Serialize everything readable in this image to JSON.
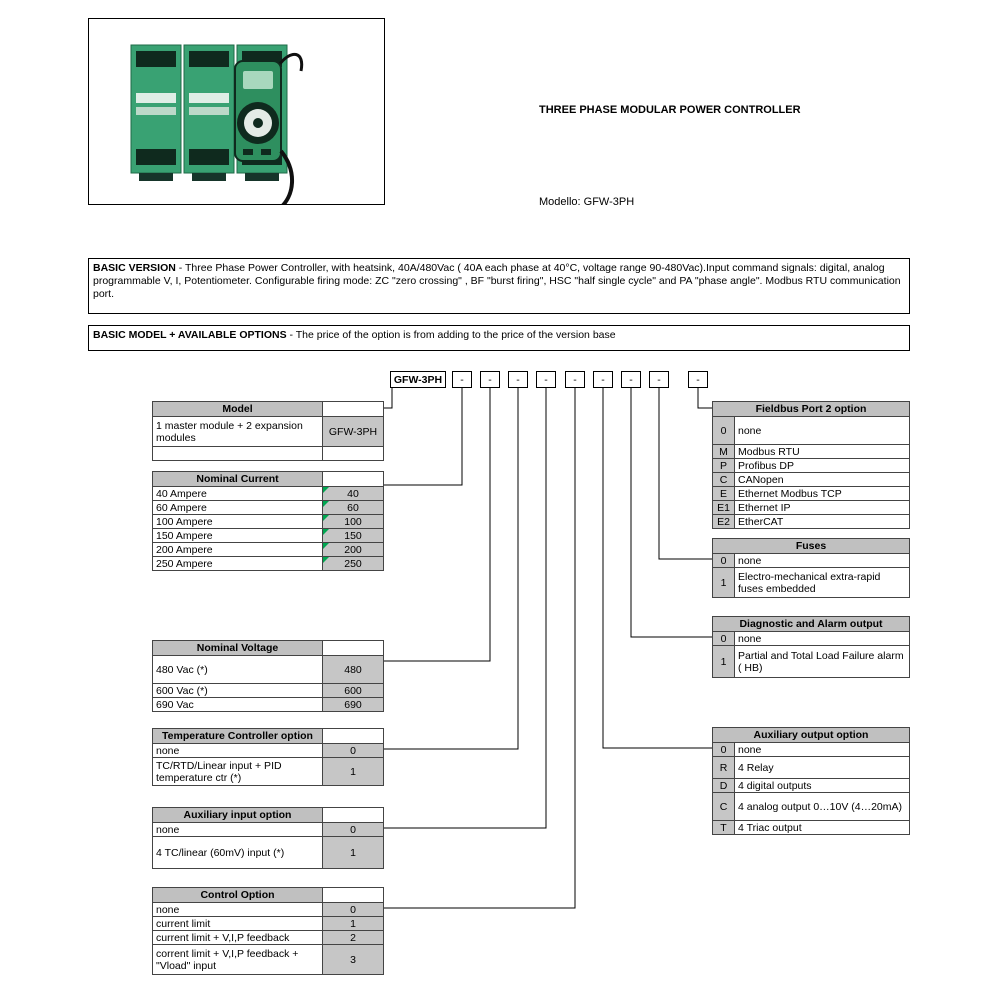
{
  "product": {
    "title": "THREE PHASE MODULAR POWER CONTROLLER",
    "model_caption": "Modello: GFW-3PH"
  },
  "basic_version": {
    "label": "BASIC VERSION",
    "text": " - Three Phase Power Controller, with heatsink, 40A/480Vac ( 40A each phase at 40°C, voltage range  90-480Vac).Input command signals: digital, analog programmable V, I, Potentiometer.  Configurable firing mode: ZC \"zero crossing\" , BF \"burst firing\", HSC \"half single cycle\" and PA \"phase angle\". Modbus RTU communication port."
  },
  "basic_model": {
    "label": "BASIC MODEL + AVAILABLE OPTIONS",
    "text": " - The price of the option is from adding to the price of the version base"
  },
  "ordering": {
    "model_code": "GFW-3PH",
    "dashes": [
      "-",
      "-",
      "-",
      "-",
      "-",
      "-",
      "-",
      "-",
      "-"
    ]
  },
  "tables": {
    "model": {
      "title": "Model",
      "rows": [
        {
          "label": "1 master module + 2 expansion modules",
          "value": "GFW-3PH"
        },
        {
          "label": "",
          "value": ""
        }
      ]
    },
    "nominal_current": {
      "title": "Nominal Current",
      "rows": [
        {
          "label": "40 Ampere",
          "value": "40"
        },
        {
          "label": "60 Ampere",
          "value": "60"
        },
        {
          "label": "100 Ampere",
          "value": "100"
        },
        {
          "label": "150 Ampere",
          "value": "150"
        },
        {
          "label": "200 Ampere",
          "value": "200"
        },
        {
          "label": "250 Ampere",
          "value": "250"
        }
      ]
    },
    "nominal_voltage": {
      "title": "Nominal Voltage",
      "rows": [
        {
          "label": "480 Vac (*)",
          "value": "480"
        },
        {
          "label": "600 Vac (*)",
          "value": "600"
        },
        {
          "label": "690 Vac",
          "value": "690"
        }
      ]
    },
    "temperature_controller": {
      "title": "Temperature Controller option",
      "rows": [
        {
          "label": "none",
          "value": "0"
        },
        {
          "label": "TC/RTD/Linear input + PID temperature ctr (*)",
          "value": "1"
        }
      ]
    },
    "auxiliary_input": {
      "title": "Auxiliary input option",
      "rows": [
        {
          "label": "none",
          "value": "0"
        },
        {
          "label": "4 TC/linear (60mV) input (*)",
          "value": "1"
        }
      ]
    },
    "control_option": {
      "title": "Control Option",
      "rows": [
        {
          "label": "none",
          "value": "0"
        },
        {
          "label": "current limit",
          "value": "1"
        },
        {
          "label": "current limit +  V,I,P feedback",
          "value": "2"
        },
        {
          "label": "corrent limit + V,I,P feedback + \"Vload\" input",
          "value": "3"
        }
      ]
    },
    "fieldbus_port2": {
      "title": "Fieldbus Port 2 option",
      "rows": [
        {
          "code": "0",
          "label": "none"
        },
        {
          "code": "M",
          "label": "Modbus RTU"
        },
        {
          "code": "P",
          "label": "Profibus DP"
        },
        {
          "code": "C",
          "label": "CANopen"
        },
        {
          "code": "E",
          "label": "Ethernet Modbus TCP"
        },
        {
          "code": "E1",
          "label": "Ethernet IP"
        },
        {
          "code": "E2",
          "label": "EtherCAT"
        }
      ]
    },
    "fuses": {
      "title": "Fuses",
      "rows": [
        {
          "code": "0",
          "label": "none"
        },
        {
          "code": "1",
          "label": "Electro-mechanical extra-rapid fuses embedded"
        }
      ]
    },
    "diagnostic_alarm": {
      "title": "Diagnostic and Alarm output",
      "rows": [
        {
          "code": "0",
          "label": "none"
        },
        {
          "code": "1",
          "label": "Partial and Total Load Failure alarm ( HB)"
        }
      ]
    },
    "auxiliary_output": {
      "title": "Auxiliary output option",
      "rows": [
        {
          "code": "0",
          "label": "none"
        },
        {
          "code": "R",
          "label": "4 Relay"
        },
        {
          "code": "D",
          "label": "4 digital outputs"
        },
        {
          "code": "C",
          "label": "4 analog output 0…10V (4…20mA)"
        },
        {
          "code": "T",
          "label": "4 Triac output"
        }
      ]
    }
  },
  "colors": {
    "marker_green": "#00a651",
    "table_header_gray": "#c0c0c0",
    "value_cell_gray": "#c6c6c6",
    "product_green": "#39a273"
  }
}
